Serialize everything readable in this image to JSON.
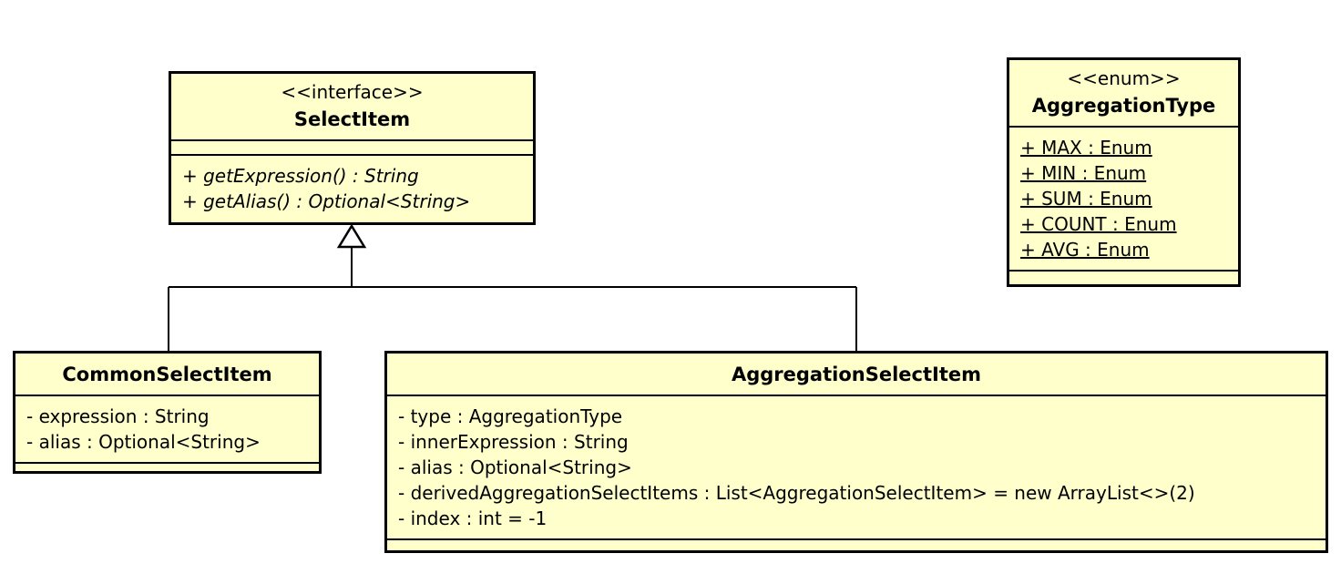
{
  "diagram": {
    "kind": "uml-class-diagram",
    "colors": {
      "box_fill": "#ffffcc",
      "box_border": "#000000",
      "line": "#000000",
      "background": "#ffffff"
    },
    "classes": {
      "select_item": {
        "stereotype": "<<interface>>",
        "name": "SelectItem",
        "methods": [
          "+ getExpression() : String",
          "+ getAlias() : Optional<String>"
        ]
      },
      "aggregation_type": {
        "stereotype": "<<enum>>",
        "name": "AggregationType",
        "attributes": [
          "+ MAX : Enum",
          "+ MIN : Enum",
          "+ SUM : Enum",
          "+ COUNT : Enum",
          "+ AVG : Enum"
        ]
      },
      "common_select_item": {
        "name": "CommonSelectItem",
        "attributes": [
          "- expression : String",
          "- alias : Optional<String>"
        ]
      },
      "aggregation_select_item": {
        "name": "AggregationSelectItem",
        "attributes": [
          "- type : AggregationType",
          "- innerExpression : String",
          "- alias : Optional<String>",
          "- derivedAggregationSelectItems : List<AggregationSelectItem> = new ArrayList<>(2)",
          "- index : int = -1"
        ]
      }
    },
    "relationships": [
      {
        "type": "generalization",
        "from": "CommonSelectItem",
        "to": "SelectItem"
      },
      {
        "type": "generalization",
        "from": "AggregationSelectItem",
        "to": "SelectItem"
      }
    ]
  }
}
